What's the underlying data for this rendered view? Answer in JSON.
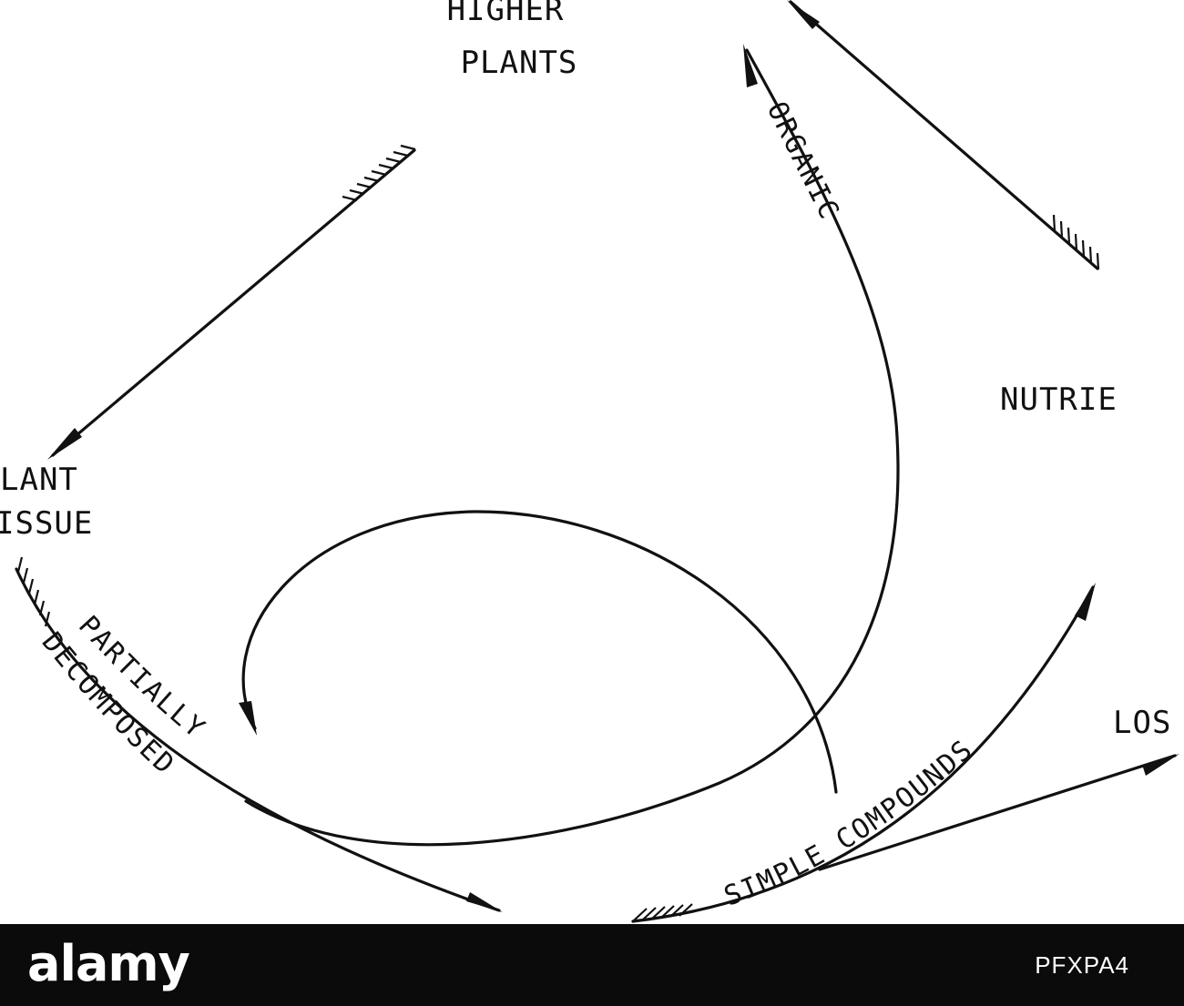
{
  "diagram": {
    "nodes": {
      "higher_plants_1": "HIGHER",
      "higher_plants_2": "PLANTS",
      "plant_tissue_1": "LANT",
      "plant_tissue_2": "ISSUE",
      "nutrients": "NUTRIE",
      "loss": "LOS"
    },
    "paths": {
      "organic": "ORGANIC",
      "partially": "PARTIALLY",
      "decomposed": "DECOMPOSED",
      "simple_compounds": "SIMPLE COMPOUNDS"
    }
  },
  "watermark": {
    "logo": "alamy",
    "image_id": "PFXPA4"
  }
}
